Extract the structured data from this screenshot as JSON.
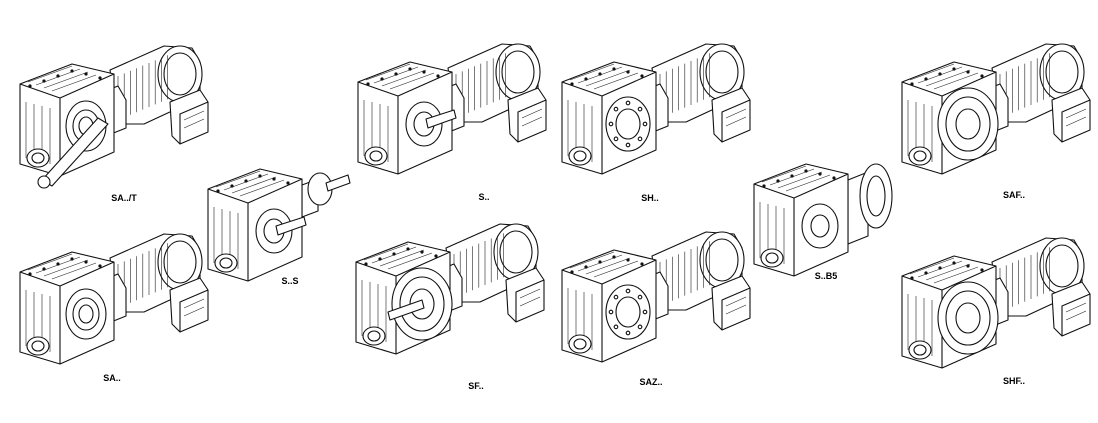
{
  "units": [
    {
      "id": "sa-t",
      "label": "SA../T",
      "variant": "torque-arm"
    },
    {
      "id": "s-s",
      "label": "S..S",
      "variant": "solid-shaft-no-motor"
    },
    {
      "id": "s",
      "label": "S..",
      "variant": "solid-shaft"
    },
    {
      "id": "sh",
      "label": "SH..",
      "variant": "hollow-bolt-flange"
    },
    {
      "id": "saf",
      "label": "SAF..",
      "variant": "big-flange"
    },
    {
      "id": "sa",
      "label": "SA..",
      "variant": "hollow"
    },
    {
      "id": "sf",
      "label": "SF..",
      "variant": "flange-shaft"
    },
    {
      "id": "saz",
      "label": "SAZ..",
      "variant": "hollow-bolt-flange"
    },
    {
      "id": "s-b5",
      "label": "S..B5",
      "variant": "b5-adapter"
    },
    {
      "id": "shf",
      "label": "SHF..",
      "variant": "big-flange"
    }
  ]
}
